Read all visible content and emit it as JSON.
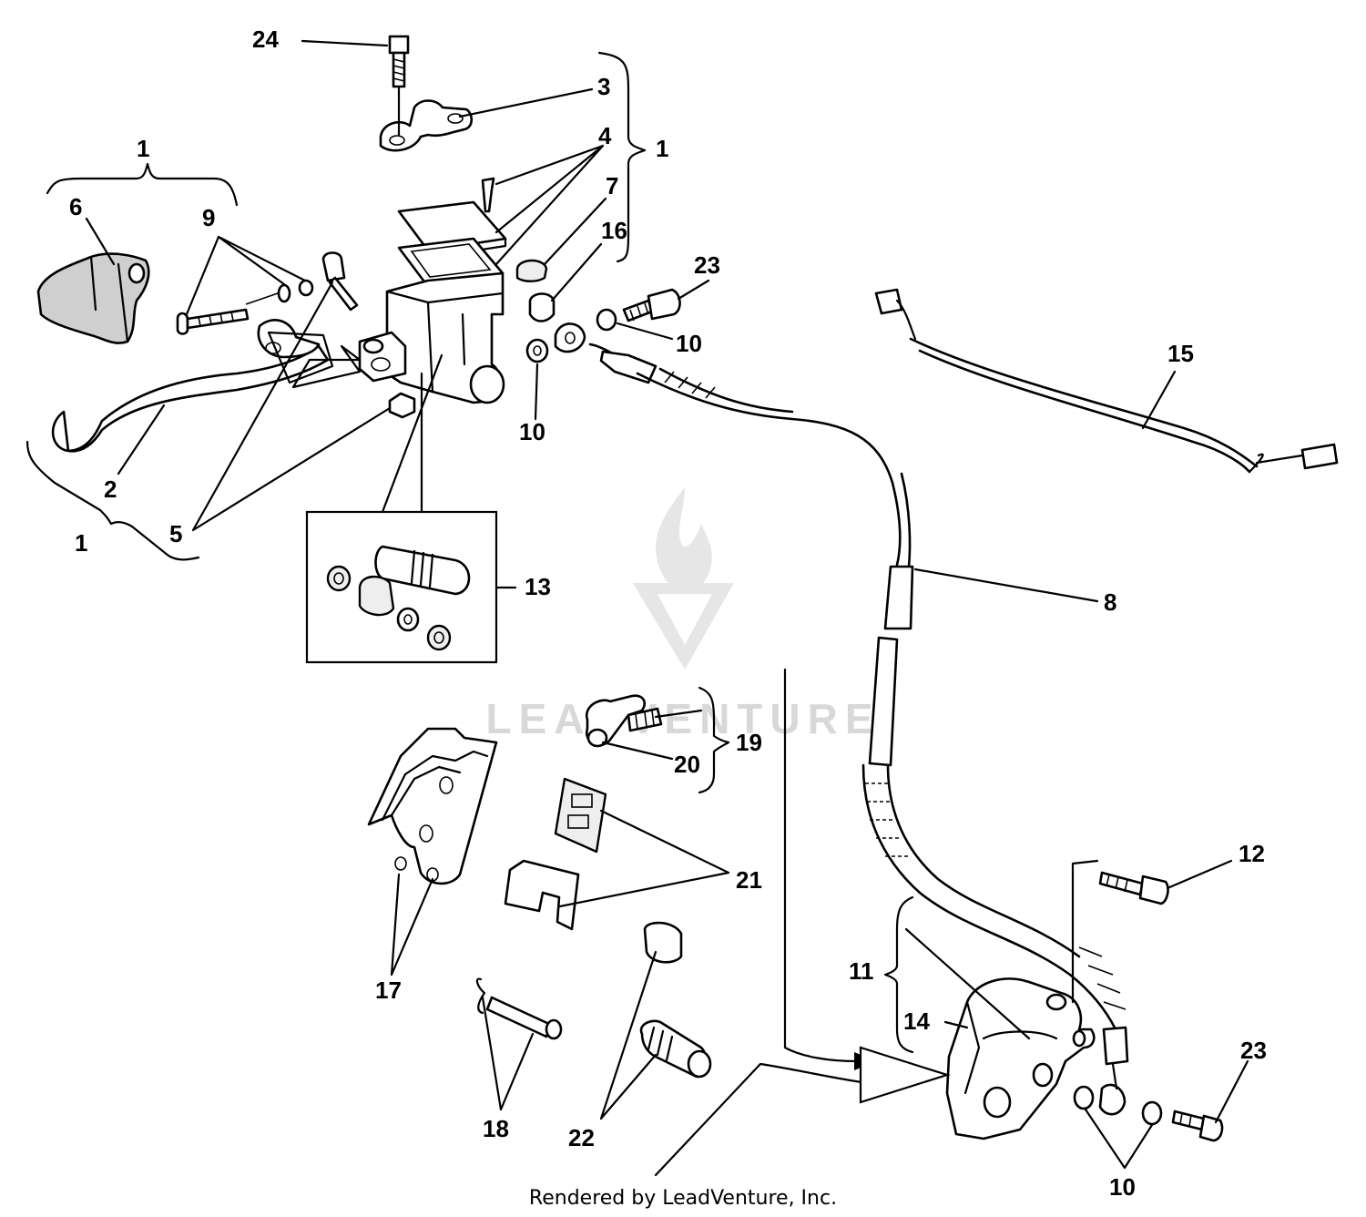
{
  "diagram": {
    "callouts": [
      {
        "id": "c24",
        "text": "24"
      },
      {
        "id": "c3",
        "text": "3"
      },
      {
        "id": "c4",
        "text": "4"
      },
      {
        "id": "c1a",
        "text": "1"
      },
      {
        "id": "c1b",
        "text": "1"
      },
      {
        "id": "c1c",
        "text": "1"
      },
      {
        "id": "c6",
        "text": "6"
      },
      {
        "id": "c9",
        "text": "9"
      },
      {
        "id": "c7",
        "text": "7"
      },
      {
        "id": "c16",
        "text": "16"
      },
      {
        "id": "c23a",
        "text": "23"
      },
      {
        "id": "c10a",
        "text": "10"
      },
      {
        "id": "c10b",
        "text": "10"
      },
      {
        "id": "c15",
        "text": "15"
      },
      {
        "id": "c2",
        "text": "2"
      },
      {
        "id": "c5",
        "text": "5"
      },
      {
        "id": "c13",
        "text": "13"
      },
      {
        "id": "c8",
        "text": "8"
      },
      {
        "id": "c19",
        "text": "19"
      },
      {
        "id": "c20",
        "text": "20"
      },
      {
        "id": "c21",
        "text": "21"
      },
      {
        "id": "c17",
        "text": "17"
      },
      {
        "id": "c12",
        "text": "12"
      },
      {
        "id": "c11",
        "text": "11"
      },
      {
        "id": "c14",
        "text": "14"
      },
      {
        "id": "c23b",
        "text": "23"
      },
      {
        "id": "c18",
        "text": "18"
      },
      {
        "id": "c22",
        "text": "22"
      },
      {
        "id": "c10c",
        "text": "10"
      }
    ]
  },
  "watermark": {
    "text": "LEADVENTURE"
  },
  "footer": {
    "text": "Rendered by LeadVenture, Inc."
  }
}
